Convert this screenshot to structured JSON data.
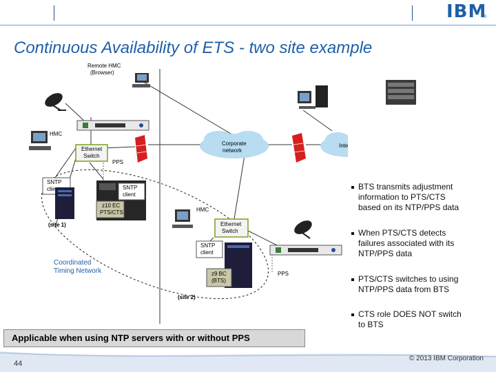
{
  "header": {
    "logo_text": "IBM",
    "logo_mark": "®",
    "title": "Continuous Availability of ETS - two site example",
    "brand_color": "#1f5fa8"
  },
  "diagram": {
    "labels": {
      "remote_hmc": [
        "Remote HMC",
        "(Browser)"
      ],
      "hmc_site1": "HMC",
      "ethernet_switch_1": [
        "Ethernet",
        "Switch"
      ],
      "pps_1": "PPS",
      "corporate_network": [
        "Corporate",
        "network"
      ],
      "internet": "Internet",
      "sntp_client_a": [
        "SNTP",
        "client"
      ],
      "sntp_client_b": [
        "SNTP",
        "client"
      ],
      "server_site1": [
        "z10 EC",
        "PTS/CTS"
      ],
      "site1": "(site 1)",
      "hmc_site2": "HMC",
      "ethernet_switch_2": [
        "Ethernet",
        "Switch"
      ],
      "sntp_client_c": [
        "SNTP",
        "client"
      ],
      "server_site2": [
        "z9 BC",
        "(BTS)"
      ],
      "pps_2": "PPS",
      "site2": "(site 2)",
      "ctn": [
        "Coordinated",
        "Timing Network"
      ]
    },
    "icons": [
      "satellite-dish-icon",
      "ntp-server-icon",
      "pc-workstation-icon",
      "firewall-icon",
      "cloud-icon",
      "mainframe-icon",
      "rack-server-icon"
    ]
  },
  "bullets": [
    [
      "BTS transmits adjustment",
      "information to PTS/CTS",
      "based on its NTP/PPS data"
    ],
    [
      "When PTS/CTS detects",
      "failures associated with its",
      "NTP/PPS data"
    ],
    [
      "PTS/CTS switches to using",
      "NTP/PPS data from BTS"
    ],
    [
      "CTS role DOES NOT switch",
      "to BTS"
    ]
  ],
  "note": "Applicable when using NTP servers with or without PPS",
  "footer": {
    "page_number": "44",
    "copyright": "© 2013 IBM Corporation"
  }
}
